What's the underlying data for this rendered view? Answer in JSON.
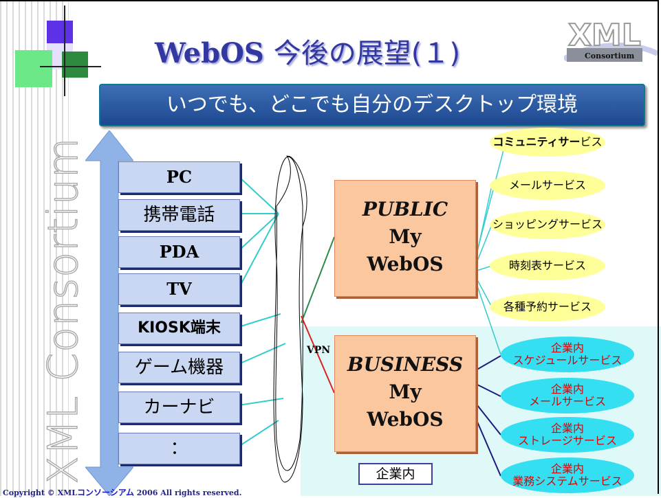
{
  "title": {
    "latin": "WebOS",
    "jp": "今後の展望",
    "num": "(１)"
  },
  "banner": "いつでも、どこでも自分のデスクトップ環境",
  "sidebar_text": "XML Consortium",
  "logo_text": "XML",
  "logo_sub": "Consortium",
  "devices": [
    "PC",
    "携帯電話",
    "PDA",
    "TV",
    "KIOSK端末",
    "ゲーム機器",
    "カーナビ",
    "："
  ],
  "public_box": {
    "line1": "PUBLIC",
    "line2": "My",
    "line3": "WebOS"
  },
  "business_box": {
    "line1": "BUSINESS",
    "line2": "My",
    "line3": "WebOS"
  },
  "vpn": "VPN",
  "public_services": [
    {
      "bold": "コミュニティサー",
      "rest": "ビス"
    },
    {
      "bold": "",
      "rest": "メールサービス"
    },
    {
      "bold": "",
      "rest": "ショッピングサービス"
    },
    {
      "bold": "",
      "rest": "時刻表サービス"
    },
    {
      "bold": "",
      "rest": "各種予約サービス"
    }
  ],
  "business_services": [
    {
      "line1": "企業内",
      "line2": "スケジュールサービス"
    },
    {
      "line1": "企業内",
      "line2": "メールサービス"
    },
    {
      "line1": "企業内",
      "line2": "ストレージサービス"
    },
    {
      "line1": "企業内",
      "line2": "業務システムサービス"
    }
  ],
  "enterprise_label": "企業内",
  "copyright": {
    "pre": "Copyright © XML",
    "jp": "コンソーシアム",
    "post": " 2006 All rights reserved."
  },
  "colors": {
    "title": "#3338a0",
    "banner": "#2a5aa0",
    "device_box": "#c9d7f2",
    "mywebos_box": "#fac79f",
    "public_service": "#ffff99",
    "business_service": "#33dff0",
    "business_area": "#dff8f8",
    "connector_cyan": "#33cccc",
    "connector_navy": "#1b1b80"
  }
}
